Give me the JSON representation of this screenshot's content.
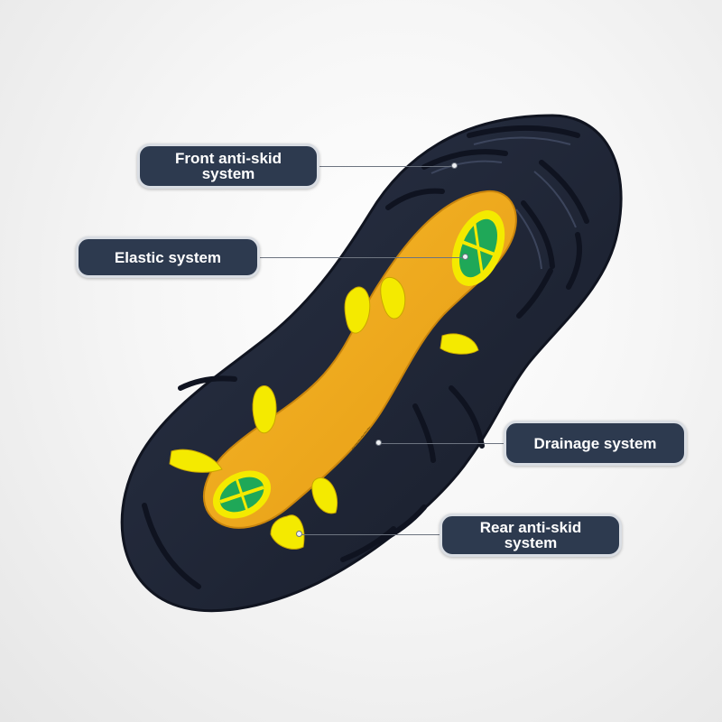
{
  "image": {
    "subject": "shoe-outsole",
    "colors": {
      "background": "#f2f2f2",
      "outsole_rubber": "#1f2535",
      "midsole": "#f0a81f",
      "pads": "#f4ea00",
      "grip_inserts": "#1fa858",
      "callout_fill": "#2d3a4f",
      "callout_border": "#d9dde3"
    }
  },
  "callouts": {
    "front_anti_skid": {
      "line1": "Front anti-skid",
      "line2": "system"
    },
    "elastic": {
      "label": "Elastic system"
    },
    "drainage": {
      "label": "Drainage system"
    },
    "rear_anti_skid": {
      "line1": "Rear anti-skid",
      "line2": "system"
    }
  }
}
